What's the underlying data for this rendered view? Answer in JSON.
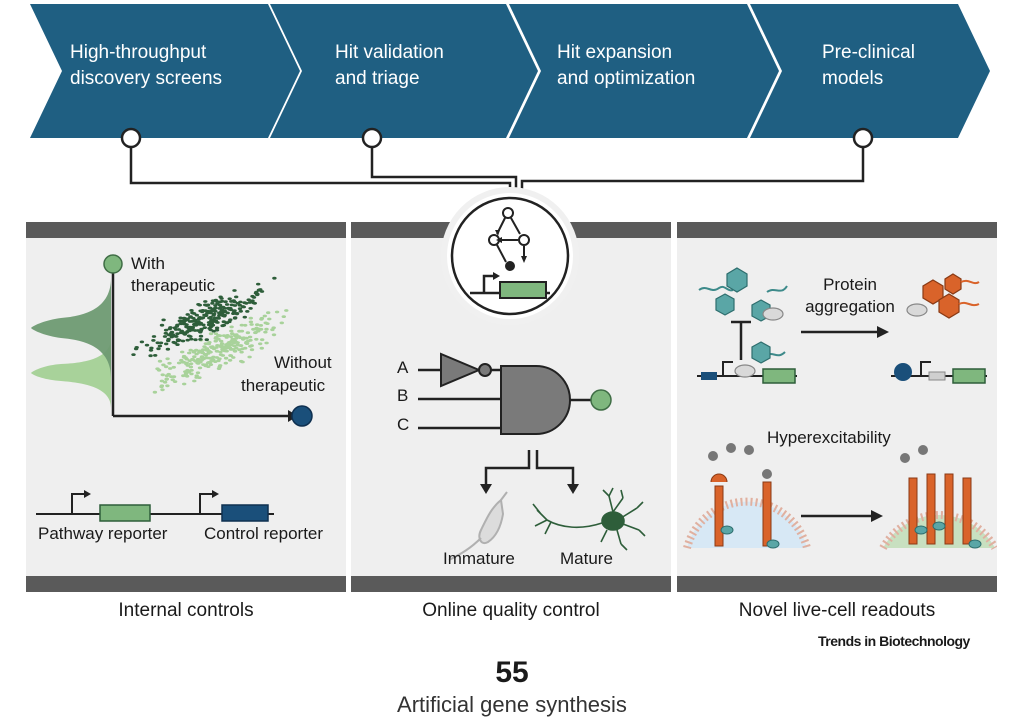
{
  "pipeline": {
    "steps": [
      {
        "line1": "High-throughput",
        "line2": "discovery screens"
      },
      {
        "line1": "Hit validation",
        "line2": "and triage"
      },
      {
        "line1": "Hit expansion",
        "line2": "and optimization"
      },
      {
        "line1": "Pre-clinical",
        "line2": "models"
      }
    ],
    "color": "#1f5f82"
  },
  "panels": {
    "internal": {
      "caption": "Internal controls",
      "with_line1": "With",
      "with_line2": "therapeutic",
      "without_line1": "Without",
      "without_line2": "therapeutic",
      "pathway_reporter": "Pathway reporter",
      "control_reporter": "Control reporter"
    },
    "quality": {
      "caption": "Online quality control",
      "input_a": "A",
      "input_b": "B",
      "input_c": "C",
      "immature": "Immature",
      "mature": "Mature"
    },
    "readouts": {
      "caption": "Novel live-cell readouts",
      "protein_line1": "Protein",
      "protein_line2": "aggregation",
      "hyperexcitability": "Hyperexcitability"
    }
  },
  "credit": "Trends in Biotechnology",
  "page_number": "55",
  "page_title": "Artificial gene synthesis",
  "colors": {
    "green": "#7fb77e",
    "dark_green": "#2e5e3a",
    "navy": "#1a4f7a",
    "orange": "#d9632a",
    "panel_bg": "#efefef",
    "panel_bar": "#5a5a5a"
  }
}
